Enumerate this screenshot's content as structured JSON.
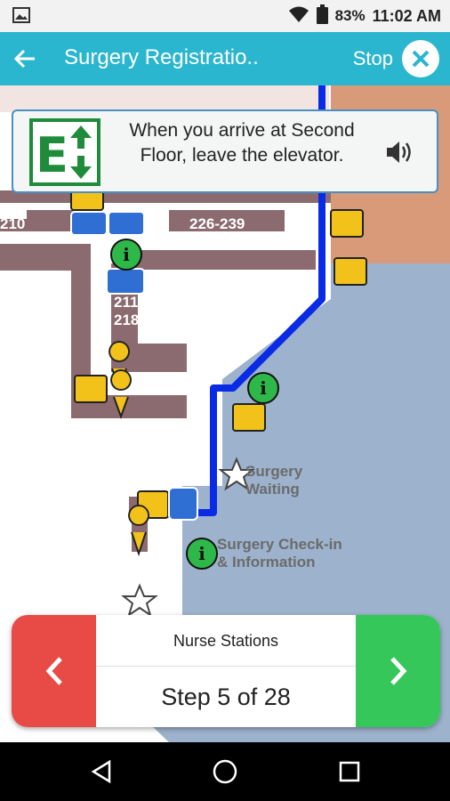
{
  "status_bar": {
    "battery": "83%",
    "time": "11:02 AM",
    "icons": [
      "image-icon",
      "wifi-icon",
      "battery-icon"
    ]
  },
  "app_bar": {
    "title": "Surgery Registratio..",
    "stop_label": "Stop",
    "icons": [
      "back-arrow-icon",
      "close-icon"
    ]
  },
  "instruction": {
    "text": "When you arrive at Second Floor, leave the elevator.",
    "icons": [
      "elevator-icon",
      "speaker-icon"
    ]
  },
  "map": {
    "labels": {
      "room_210": "210",
      "room_226_239": "226-239",
      "room_211_218": "211\n218",
      "surgery_waiting": "Surgery\nWaiting",
      "checkin": "Surgery Check-in\n& Information"
    },
    "route_color": "#0a2be6",
    "colors": {
      "corridor": "#8b6b70",
      "zone_orange": "#d89a78",
      "zone_blue": "#9db2cc",
      "zone_pink": "#f2e4e0"
    }
  },
  "step": {
    "name": "Nurse Stations",
    "counter": "Step 5 of 28",
    "icons": [
      "chevron-left-icon",
      "chevron-right-icon"
    ]
  },
  "nav_bar": {
    "icons": [
      "back-triangle-icon",
      "home-circle-icon",
      "recents-square-icon"
    ]
  }
}
